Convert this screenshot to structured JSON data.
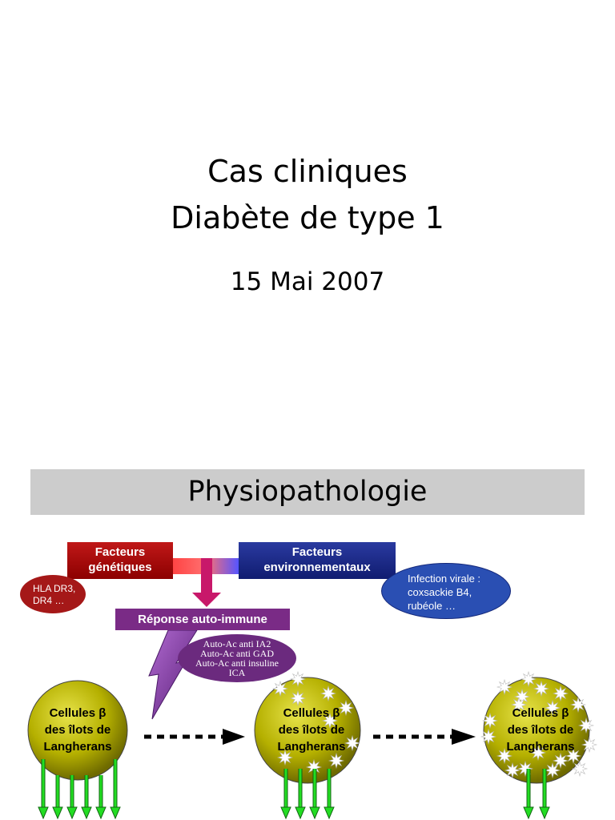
{
  "title_slide": {
    "line1": "Cas cliniques",
    "line2": "Diabète de type 1",
    "date": "15 Mai 2007"
  },
  "physio_slide": {
    "banner_title": "Physiopathologie",
    "box_genetic": {
      "line1": "Facteurs",
      "line2": "génétiques"
    },
    "box_environmental": {
      "line1": "Facteurs",
      "line2": "environnementaux"
    },
    "box_response": "Réponse auto-immune",
    "ellipse_hla": {
      "line1": "HLA DR3,",
      "line2": "DR4 …"
    },
    "ellipse_infection": {
      "line1": "Infection virale :",
      "line2": "coxsackie B4,",
      "line3": "rubéole …"
    },
    "ellipse_auto_ac": {
      "line1": "Auto-Ac anti IA2",
      "line2": "Auto-Ac anti GAD",
      "line3": "Auto-Ac anti insuline",
      "line4": "ICA"
    },
    "cell_label": {
      "line1": "Cellules β",
      "line2": "des îlots de",
      "line3": "Langherans"
    },
    "colors": {
      "genetic": "#8c0000",
      "environmental": "#101c70",
      "response": "#7a2b86",
      "cell_fill": "#a8a400",
      "insulin_arrow": "#22dd22"
    },
    "stages": [
      {
        "insulin_arrows": 6,
        "damaged": false
      },
      {
        "insulin_arrows": 4,
        "damaged": true
      },
      {
        "insulin_arrows": 2,
        "damaged": true
      }
    ]
  }
}
